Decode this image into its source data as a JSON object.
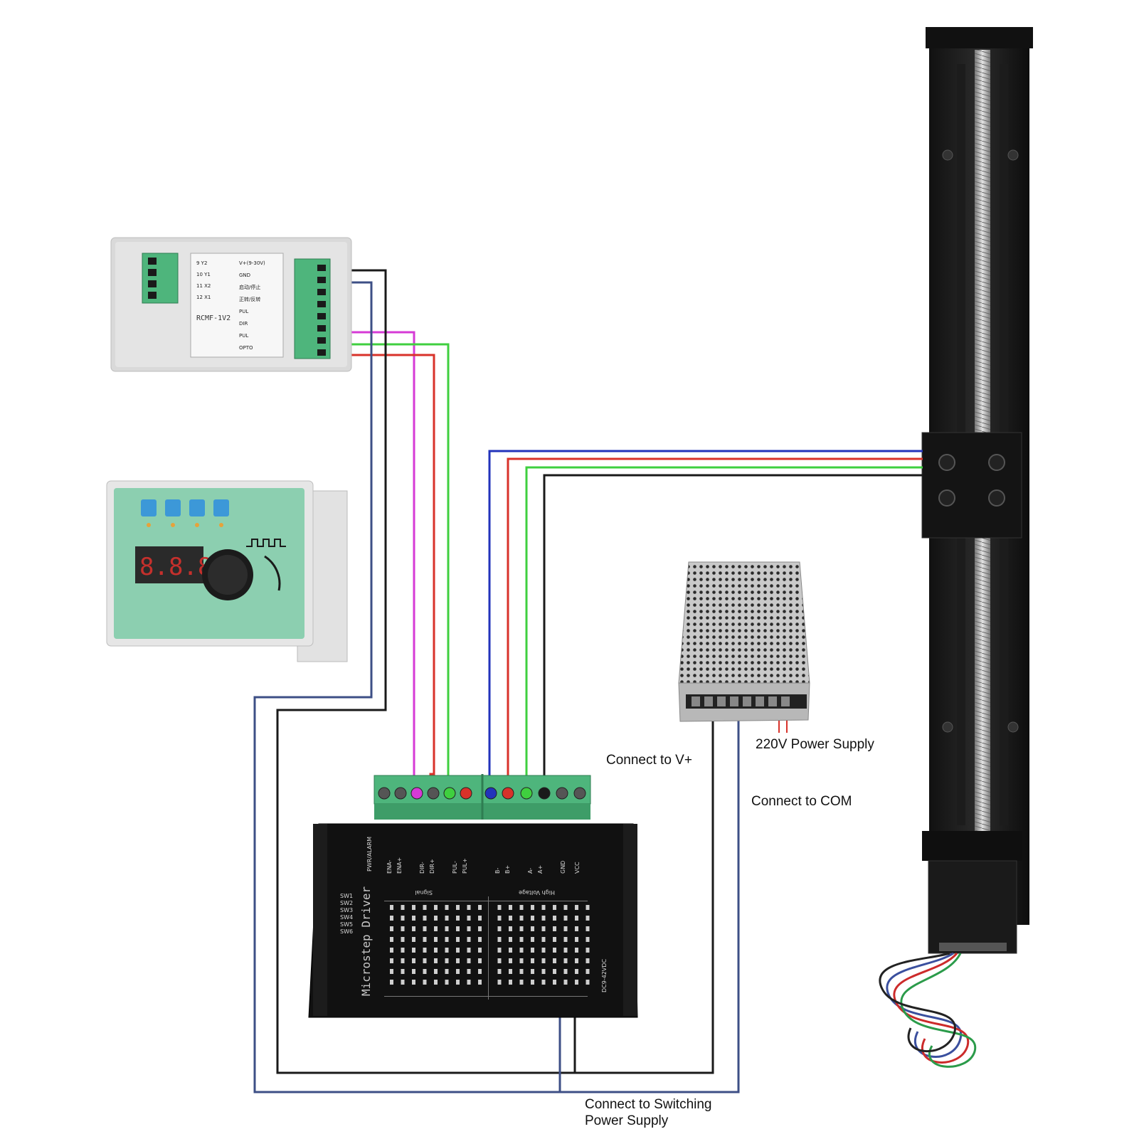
{
  "labels": {
    "power_220v": "220V Power Supply",
    "connect_v_plus": "Connect to V+",
    "connect_com": "Connect to COM",
    "connect_switching_line1": "Connect to Switching",
    "connect_switching_line2": "Power Supply"
  },
  "controller_top": {
    "model": "RCMF-1V2",
    "left_terminals": [
      "9 Y2",
      "10 Y1",
      "11 X2",
      "12 X1"
    ],
    "right_terminals": [
      "V+(9-30V)",
      "GND",
      "启动/停止",
      "正转/反转",
      "PUL",
      "DIR",
      "PUL",
      "OPTO"
    ]
  },
  "speed_controller": {
    "display": "8.8.8"
  },
  "driver": {
    "title": "Microstep Driver",
    "alarm": "PWR/ALARM",
    "signal_group": "Signal",
    "hv_group": "High Voltage",
    "signal_pins": [
      "ENA-",
      "ENA+",
      "DIR-",
      "DIR+",
      "PUL-",
      "PUL+"
    ],
    "hv_pins": [
      "B-",
      "B+",
      "A-",
      "A+",
      "GND",
      "VCC"
    ],
    "voltage": "DC9-42VDC",
    "sw_labels": [
      "SW1",
      "SW2",
      "SW3",
      "SW4",
      "SW5",
      "SW6"
    ]
  },
  "colors": {
    "wire_black": "#1a1a1a",
    "wire_navy": "#3d4f86",
    "wire_magenta": "#d63ad6",
    "wire_red": "#d8322a",
    "wire_green": "#3fcf3f",
    "wire_blue": "#2233bb",
    "terminal_green": "#4eb57c",
    "panel_teal": "#8ccfb0"
  }
}
